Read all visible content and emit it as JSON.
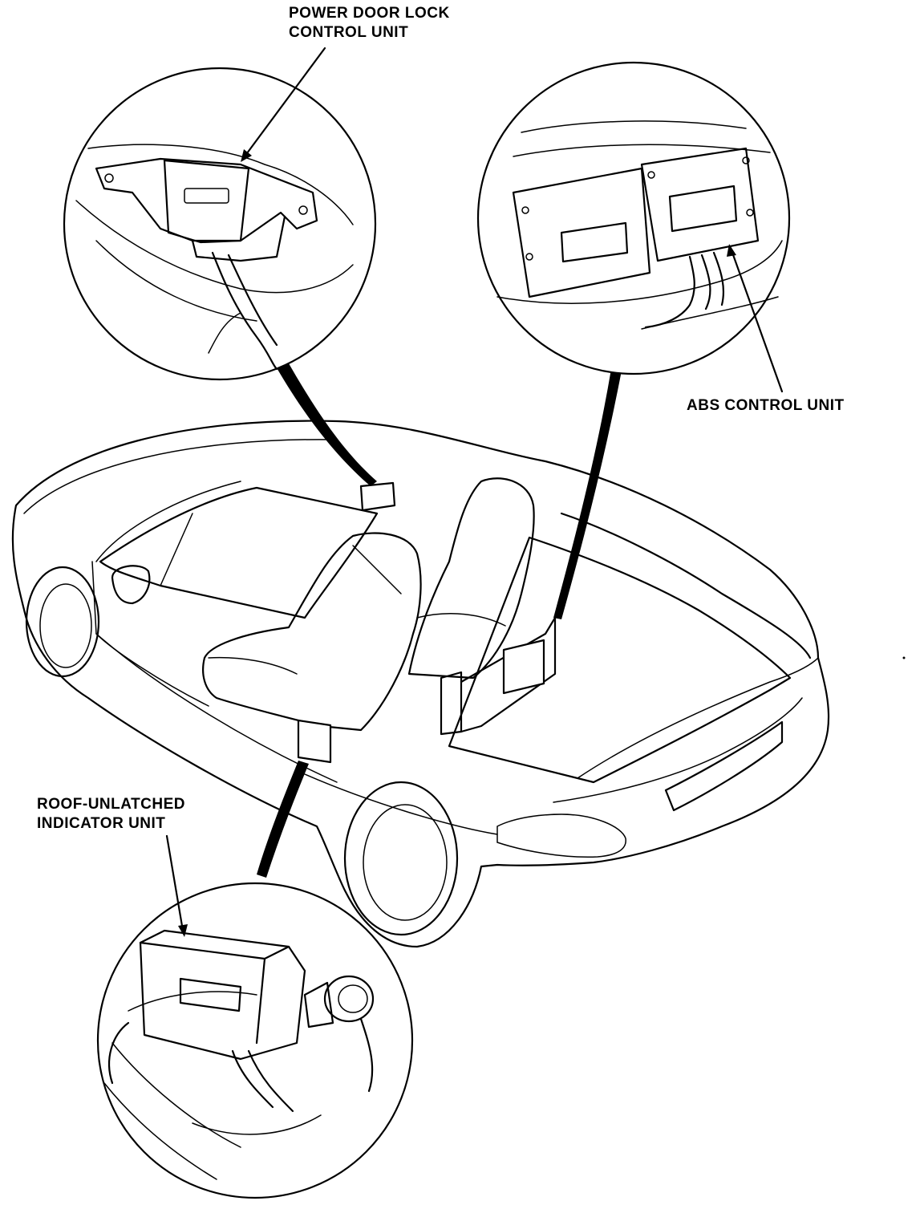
{
  "labels": {
    "power_door_lock": {
      "line1": "POWER DOOR LOCK",
      "line2": "CONTROL UNIT"
    },
    "abs": {
      "line1": "ABS CONTROL UNIT"
    },
    "roof_unlatched": {
      "line1": "ROOF-UNLATCHED",
      "line2": "INDICATOR UNIT"
    }
  },
  "colors": {
    "ink": "#000000",
    "paper": "#ffffff"
  }
}
